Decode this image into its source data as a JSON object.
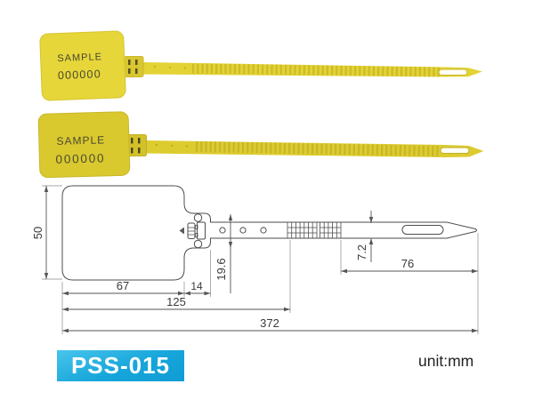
{
  "seal_photos": {
    "top_seal": {
      "line1": "SAMPLE",
      "line2": "000000"
    },
    "bottom_seal": {
      "line1": "SAMPLE",
      "line2": "000000"
    }
  },
  "drawing": {
    "dims": {
      "tag_height": "50",
      "tag_width": "67",
      "neck_width": "14",
      "neck_height": "19.6",
      "lock_section_length": "125",
      "strap_width": "7.2",
      "tip_section_length": "76",
      "total_length": "372"
    }
  },
  "footer": {
    "model": "PSS-015",
    "unit": "unit:mm"
  },
  "colors": {
    "seal_yellow": "#e6d63a",
    "badge_blue": "#17a6db",
    "line": "#4d4d4d"
  }
}
